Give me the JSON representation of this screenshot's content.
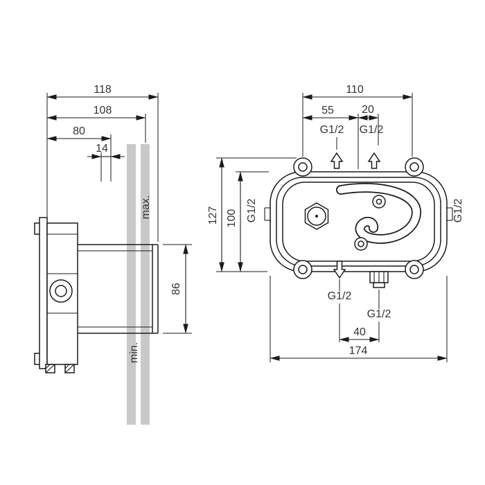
{
  "side_view": {
    "dim_118": "118",
    "dim_108": "108",
    "dim_80": "80",
    "dim_14": "14",
    "dim_86": "86",
    "label_max": "max.",
    "label_min": "min."
  },
  "front_view": {
    "dim_110": "110",
    "dim_55": "55",
    "dim_20": "20",
    "port_top_left": "G1/2",
    "port_top_right": "G1/2",
    "dim_127": "127",
    "dim_100": "100",
    "port_left": "G1/2",
    "port_right": "G1/2",
    "port_bottom": "G1/2",
    "port_bottom_stub": "G1/2",
    "dim_40": "40",
    "dim_174": "174"
  },
  "colors": {
    "line": "#1a1a1a",
    "text": "#333333",
    "wall_fill": "#c9c9c9"
  }
}
